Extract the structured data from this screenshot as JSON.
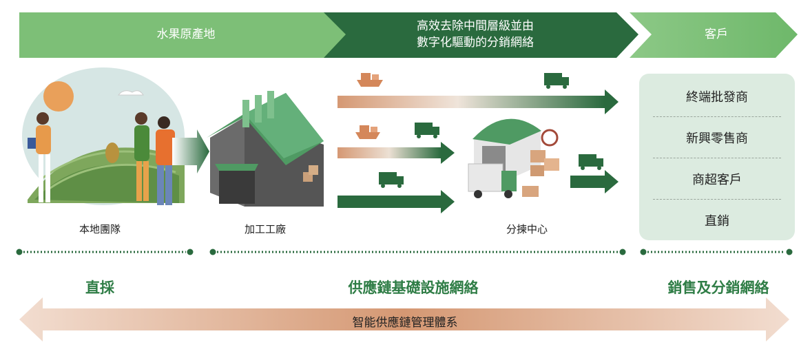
{
  "header": {
    "stage1": "水果原產地",
    "stage2_line1": "高效去除中間層級並由",
    "stage2_line2": "數字化驅動的分銷網絡",
    "stage3": "客戶"
  },
  "nodes": {
    "local_team": "本地團隊",
    "factory": "加工工廠",
    "sorting_center": "分揀中心"
  },
  "customers": [
    "終端批發商",
    "新興零售商",
    "商超客戶",
    "直銷"
  ],
  "sections": {
    "direct": "直採",
    "supply_chain": "供應鏈基礎設施網絡",
    "sales": "銷售及分銷網絡"
  },
  "footer": {
    "system": "智能供應鏈管理體系"
  },
  "colors": {
    "light_green": "#7dbf77",
    "dark_green": "#2a6a3e",
    "customer_bg": "#dcebe0",
    "tan": "#d9a37e",
    "text_green": "#2f7d46"
  }
}
